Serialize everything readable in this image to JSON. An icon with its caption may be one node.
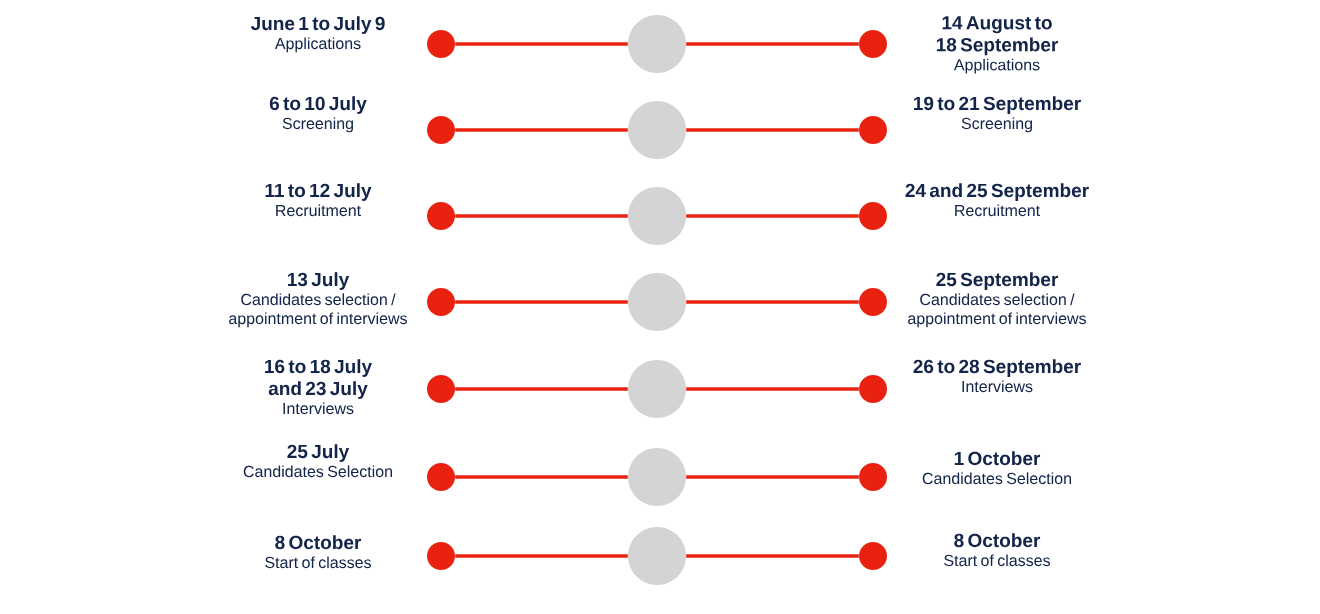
{
  "diagram": {
    "nodes": [
      {
        "text": [],
        "shape": "circle",
        "beside": [
          "June 1 to July 9",
          "Applications"
        ]
      },
      {
        "text": [],
        "shape": "circle"
      },
      {
        "text": [],
        "shape": "circle",
        "beside": [
          "14 August to 18 September",
          "Applications"
        ]
      },
      {
        "text": [],
        "shape": "circle",
        "beside": [
          "6 to 10 July",
          "Screening"
        ]
      },
      {
        "text": [],
        "shape": "circle"
      },
      {
        "text": [],
        "shape": "circle",
        "beside": [
          "19 to 21 September",
          "Screening"
        ]
      },
      {
        "text": [],
        "shape": "circle",
        "beside": [
          "11 to 12 July",
          "Recruitment"
        ]
      },
      {
        "text": [],
        "shape": "circle"
      },
      {
        "text": [],
        "shape": "circle",
        "beside": [
          "24 and 25 September",
          "Recruitment"
        ]
      },
      {
        "text": [],
        "shape": "circle",
        "beside": [
          "13 July",
          "Candidates selection / appointment of interviews"
        ]
      },
      {
        "text": [],
        "shape": "circle"
      },
      {
        "text": [],
        "shape": "circle",
        "beside": [
          "25 September",
          "Candidates selection / appointment of interviews"
        ]
      },
      {
        "text": [],
        "shape": "circle",
        "beside": [
          "16 to 18 July and 23 July",
          "Interviews"
        ]
      },
      {
        "text": [],
        "shape": "circle"
      },
      {
        "text": [],
        "shape": "circle",
        "beside": [
          "26 to 28 September",
          "Interviews"
        ]
      },
      {
        "text": [],
        "shape": "circle",
        "beside": [
          "25 July",
          "Candidates Selection"
        ]
      },
      {
        "text": [],
        "shape": "circle"
      },
      {
        "text": [],
        "shape": "circle",
        "beside": [
          "1 October",
          "Candidates Selection"
        ]
      },
      {
        "text": [],
        "shape": "circle",
        "beside": [
          "8 October",
          "Start of classes"
        ]
      },
      {
        "text": [],
        "shape": "circle"
      },
      {
        "text": [],
        "shape": "circle",
        "beside": [
          "8 October",
          "Start of classes"
        ]
      }
    ],
    "edges": [
      {
        "from": 0,
        "to": 1,
        "arrow": "none"
      },
      {
        "from": 1,
        "to": 2,
        "arrow": "none"
      },
      {
        "from": 3,
        "to": 4,
        "arrow": "none"
      },
      {
        "from": 4,
        "to": 5,
        "arrow": "none"
      },
      {
        "from": 6,
        "to": 7,
        "arrow": "none"
      },
      {
        "from": 7,
        "to": 8,
        "arrow": "none"
      },
      {
        "from": 9,
        "to": 10,
        "arrow": "none"
      },
      {
        "from": 10,
        "to": 11,
        "arrow": "none"
      },
      {
        "from": 12,
        "to": 13,
        "arrow": "none"
      },
      {
        "from": 13,
        "to": 14,
        "arrow": "none"
      },
      {
        "from": 15,
        "to": 16,
        "arrow": "none"
      },
      {
        "from": 16,
        "to": 17,
        "arrow": "none"
      },
      {
        "from": 18,
        "to": 19,
        "arrow": "none"
      },
      {
        "from": 19,
        "to": 20,
        "arrow": "none"
      }
    ]
  }
}
